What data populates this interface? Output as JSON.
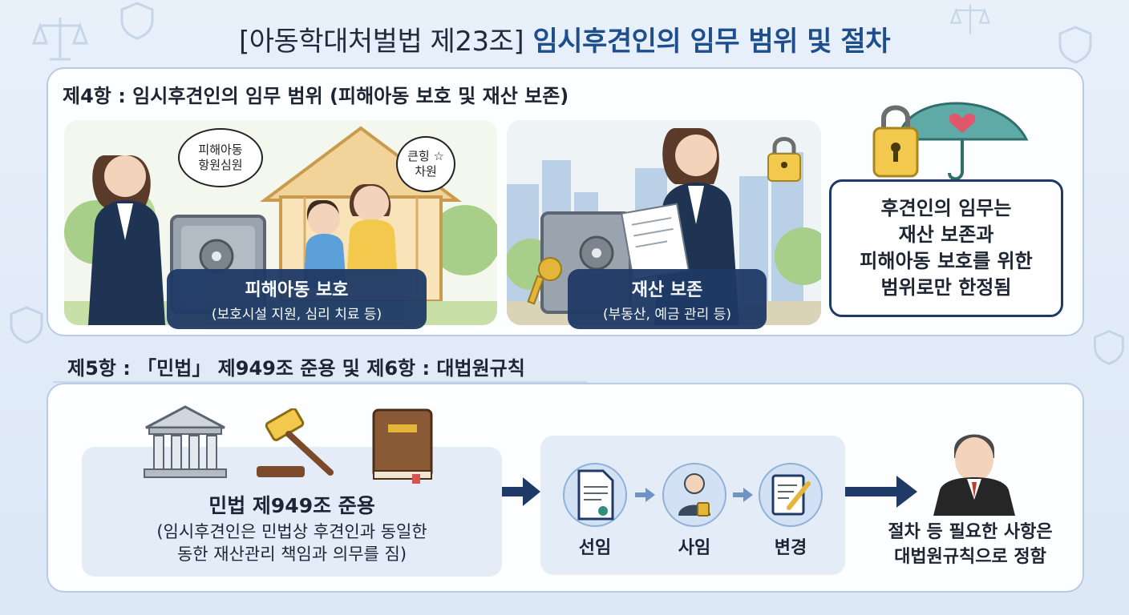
{
  "title": {
    "prefix": "[아동학대처벌법 제23조]",
    "main": "임시후견인의 임무 범위 및 절차"
  },
  "section4": {
    "heading": "제4항 : 임시후견인의 임무 범위 (피해아동 보호 및 재산 보존)",
    "scene1": {
      "bubble_left": [
        "피해아동",
        "항원심원"
      ],
      "bubble_right": [
        "큰힝 ☆",
        "차원"
      ],
      "caption_title": "피해아동 보호",
      "caption_sub": "(보호시설 지원, 심리 치료 등)"
    },
    "scene2": {
      "caption_title": "재산 보존",
      "caption_sub": "(부동산, 예금 관리 등)"
    },
    "note": {
      "lines": [
        "후견인의 임무는",
        "재산 보존과",
        "피해아동 보호를 위한",
        "범위로만 한정됨"
      ]
    }
  },
  "section5": {
    "heading": "제5항 : 「민법」 제949조 준용 및 제6항 : 대법원규칙",
    "civil": {
      "title": "민법 제949조 준용",
      "desc_line1": "(임시후견인은 민법상 후견인과 동일한",
      "desc_line2": "동한 재산관리 책임과 의무를 짐)"
    },
    "procedure": {
      "steps": [
        "선임",
        "사임",
        "변경"
      ]
    },
    "judge_text": [
      "절차 등 필요한 사항은",
      "대법원규칙으로 정함"
    ]
  },
  "colors": {
    "accent": "#1f4e8c",
    "navy": "#1f3a66",
    "panel_border": "#b8cbe4",
    "background": "#e3edf8"
  },
  "icons": [
    "scale-icon",
    "shield-icon",
    "safe-icon",
    "padlock-icon",
    "umbrella-icon",
    "heart-icon",
    "key-icon",
    "document-icon",
    "courthouse-icon",
    "gavel-icon",
    "law-book-icon",
    "arrow-right-icon",
    "judge-icon",
    "person-seal-icon",
    "pencil-document-icon"
  ]
}
